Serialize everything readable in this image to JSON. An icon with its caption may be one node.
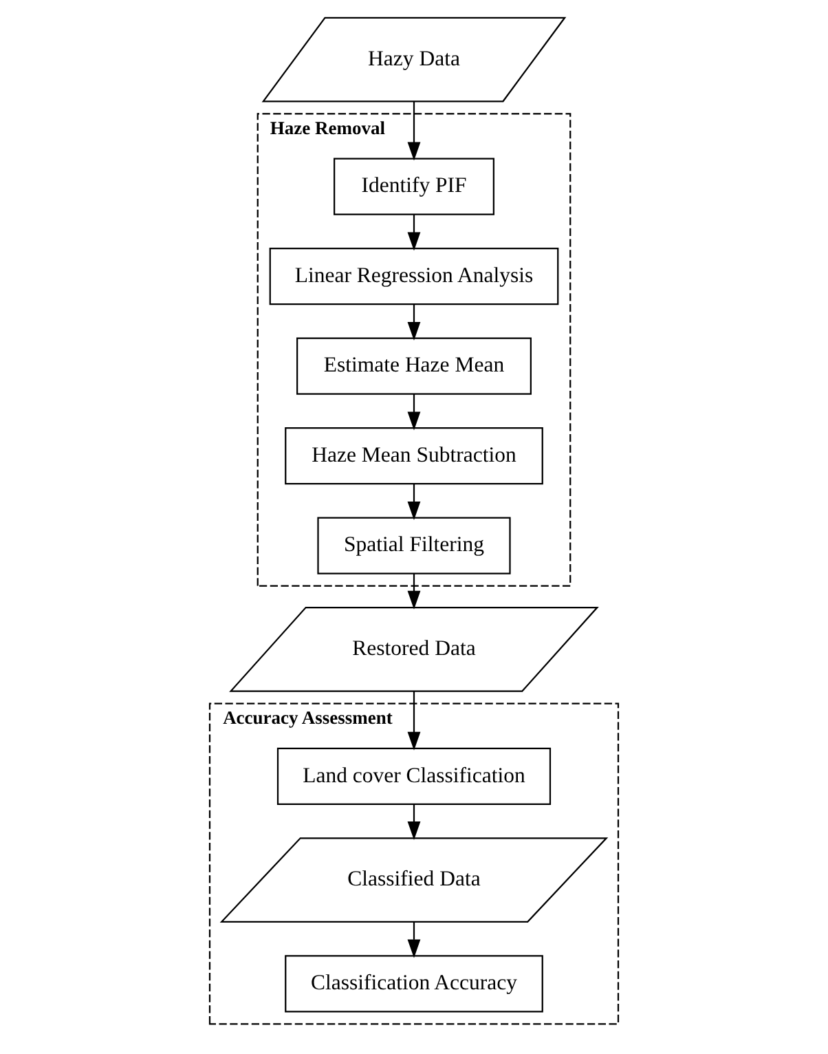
{
  "diagram": {
    "nodes": [
      {
        "text": [
          "Hazy Data"
        ]
      },
      {
        "text": [
          "Haze Removal"
        ]
      },
      {
        "text": [
          "Identify PIF"
        ],
        "in": 1
      },
      {
        "text": [
          "Linear Regression Analysis"
        ],
        "in": 1
      },
      {
        "text": [
          "Estimate Haze Mean"
        ],
        "in": 1
      },
      {
        "text": [
          "Haze Mean Subtraction"
        ],
        "in": 1
      },
      {
        "text": [
          "Spatial Filtering"
        ],
        "in": 1
      },
      {
        "text": [
          "Restored Data"
        ]
      },
      {
        "text": [
          "Accuracy Assessment"
        ]
      },
      {
        "text": [
          "Land cover Classification"
        ],
        "in": 8
      },
      {
        "text": [
          "Classified Data"
        ],
        "in": 8
      },
      {
        "text": [
          "Classification Accuracy"
        ],
        "in": 8
      }
    ],
    "edges": [
      {
        "from": 0,
        "to": 2,
        "arrow": "to"
      },
      {
        "from": 2,
        "to": 3,
        "arrow": "to"
      },
      {
        "from": 3,
        "to": 4,
        "arrow": "to"
      },
      {
        "from": 4,
        "to": 5,
        "arrow": "to"
      },
      {
        "from": 5,
        "to": 6,
        "arrow": "to"
      },
      {
        "from": 6,
        "to": 7,
        "arrow": "to"
      },
      {
        "from": 7,
        "to": 9,
        "arrow": "to"
      },
      {
        "from": 9,
        "to": 10,
        "arrow": "to"
      },
      {
        "from": 10,
        "to": 11,
        "arrow": "to"
      }
    ]
  }
}
